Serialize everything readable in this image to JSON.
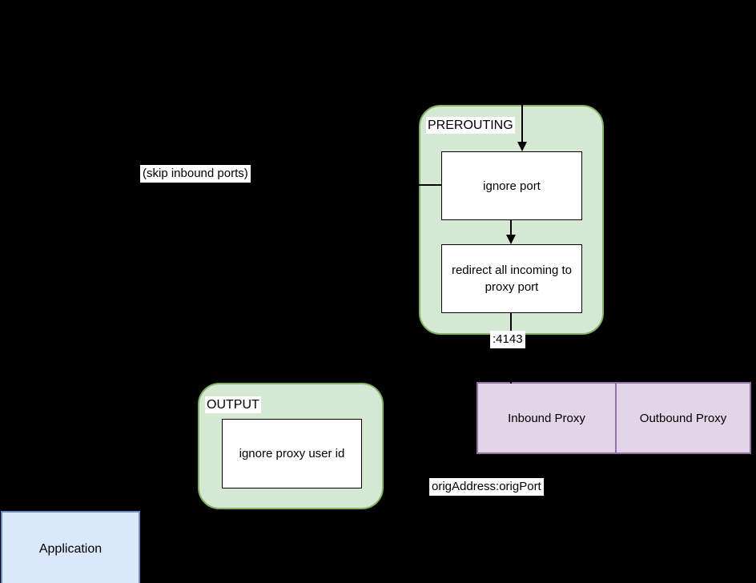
{
  "colors": {
    "canvas_bg": "#000000",
    "green_fill": "#d5e8d4",
    "green_stroke": "#82b366",
    "purple_fill": "#e1d5e7",
    "purple_stroke": "#9673a6",
    "blue_fill": "#dae8fc",
    "blue_stroke": "#6c8ebf",
    "node_fill": "#ffffff",
    "node_stroke": "#000000",
    "label_bg": "#ffffff",
    "text": "#000000"
  },
  "diagram": {
    "prerouting": {
      "title": "PREROUTING",
      "step1": "ignore port",
      "step2": "redirect all incoming to proxy port",
      "port_label": ":4143"
    },
    "output": {
      "title": "OUTPUT",
      "step1": "ignore proxy user id"
    },
    "proxy": {
      "inbound": "Inbound Proxy",
      "outbound": "Outbound Proxy"
    },
    "application": {
      "label": "Application"
    },
    "annotations": {
      "skip_inbound": "(skip inbound ports)",
      "orig_address": "origAddress:origPort"
    }
  }
}
